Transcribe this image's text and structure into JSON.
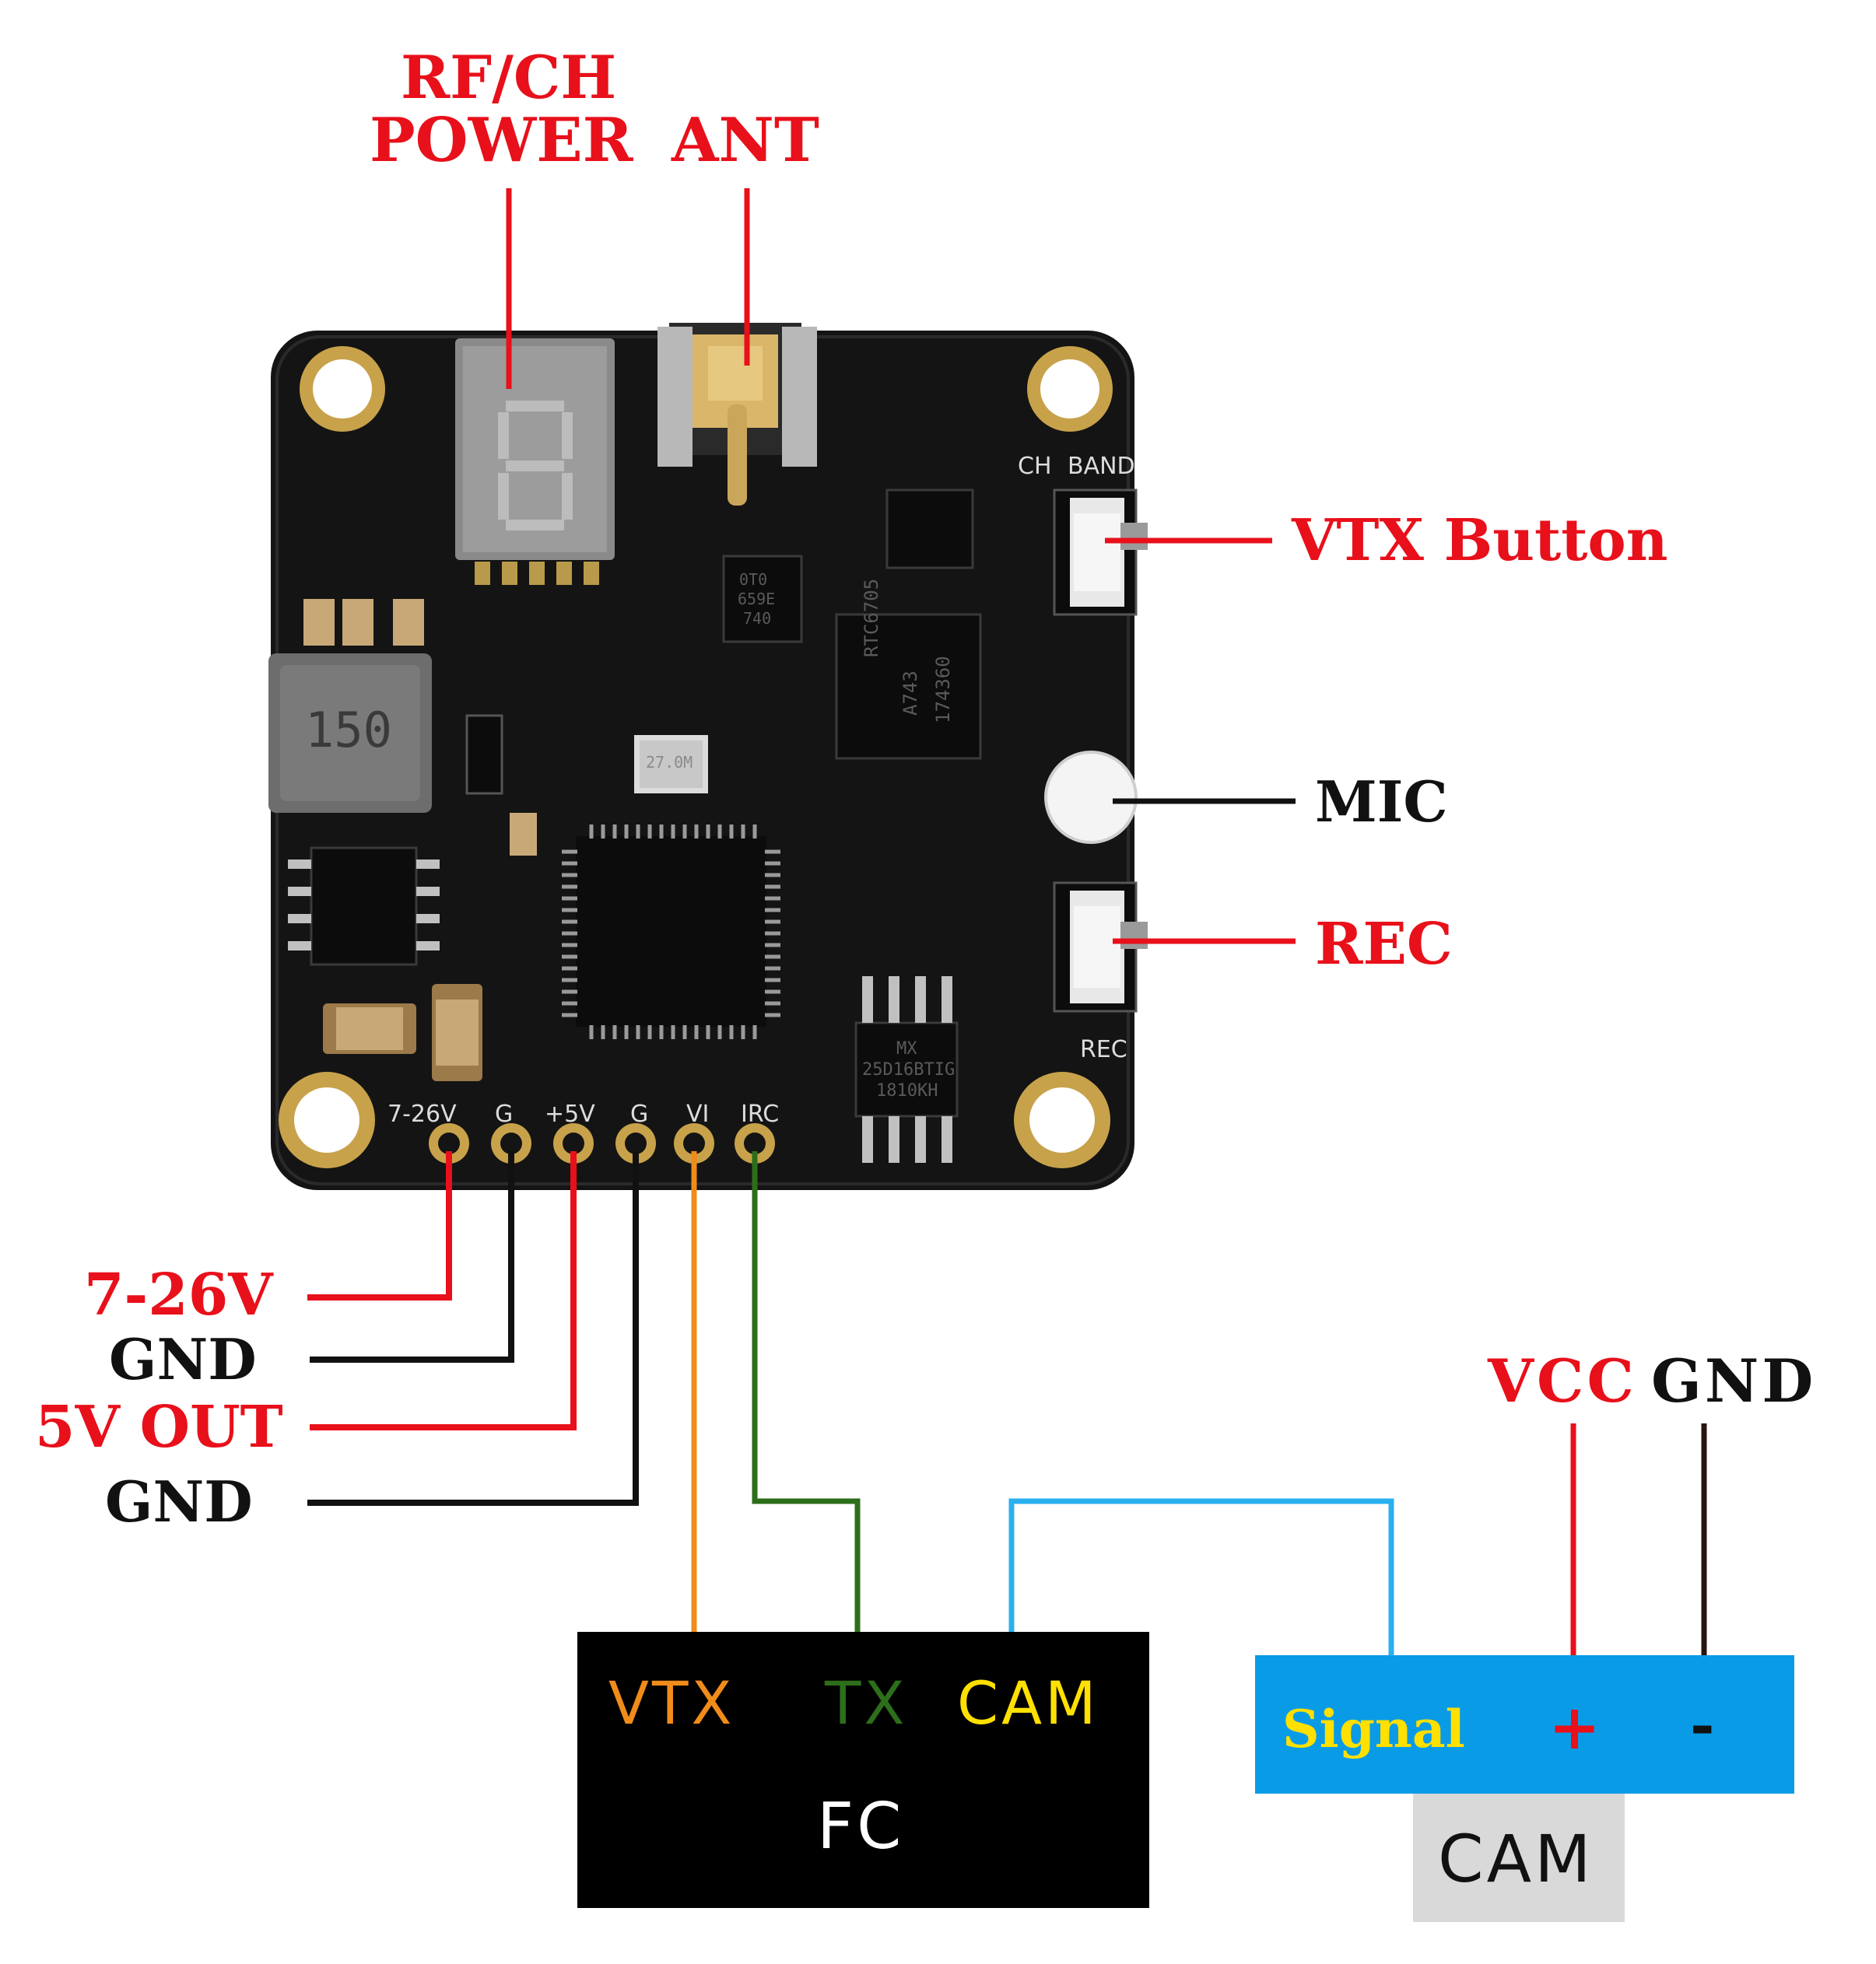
{
  "labels": {
    "rf_ch": "RF/CH",
    "power": "POWER",
    "ant": "ANT",
    "vtx_button": "VTX Button",
    "mic": "MIC",
    "rec": "REC",
    "v7_26": "7-26V",
    "gnd1": "GND",
    "out5v": "5V OUT",
    "gnd2": "GND",
    "vcc": "VCC",
    "gnd_cam": "GND"
  },
  "fc_box": {
    "vtx": "VTX",
    "tx": "TX",
    "cam": "CAM",
    "title": "FC"
  },
  "cam_box": {
    "signal": "Signal",
    "plus": "+",
    "minus": "-",
    "title": "CAM"
  },
  "pcb_silkscreen": {
    "ch": "CH",
    "band": "BAND",
    "rec": "REC",
    "pins": [
      "7-26V",
      "G",
      "+5V",
      "G",
      "VI",
      "IRC"
    ],
    "inductor": "150",
    "rf_chip": [
      "RTC6705",
      "A743",
      "174360"
    ],
    "flash_chip": [
      "MX",
      "25D16BTIG",
      "1810KH"
    ],
    "small_chip": [
      "0T0",
      "659E",
      "740"
    ],
    "crystal": "27.0M"
  },
  "colors": {
    "red_label": "#e8101a",
    "orange_wire": "#f08c1a",
    "green_wire": "#2d6e1a",
    "blue_wire": "#2bb0ef",
    "cam_box": "#0a9be6",
    "signal_text": "#ffe000",
    "cam_yellow": "#ffe000",
    "fc_box": "#000000",
    "pcb": "#141414"
  }
}
